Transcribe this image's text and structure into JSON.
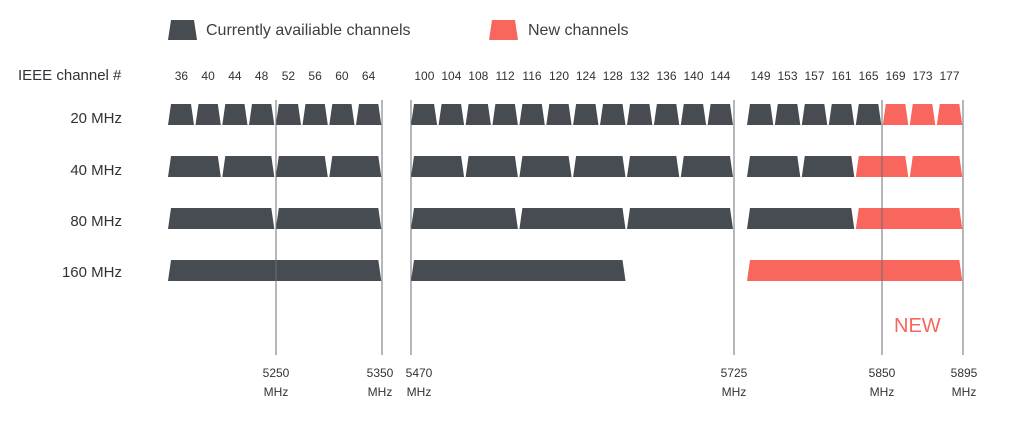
{
  "colors": {
    "current": "#474c52",
    "new": "#f8665e",
    "text": "#2f3337",
    "divider": "#6b6f73"
  },
  "legend": {
    "current": "Currently availiable channels",
    "new": "New channels"
  },
  "header": {
    "label": "IEEE channel #",
    "channels": [
      "36",
      "40",
      "44",
      "48",
      "52",
      "56",
      "60",
      "64",
      "100",
      "104",
      "108",
      "112",
      "116",
      "120",
      "124",
      "128",
      "132",
      "136",
      "140",
      "144",
      "149",
      "153",
      "157",
      "161",
      "165",
      "169",
      "173",
      "177"
    ]
  },
  "rows": [
    {
      "label": "20 MHz",
      "groups": [
        {
          "band": 0,
          "span": 1,
          "count": 8,
          "new": []
        },
        {
          "band": 1,
          "span": 1,
          "count": 12,
          "new": []
        },
        {
          "band": 2,
          "span": 1,
          "count": 8,
          "new": [
            5,
            6,
            7
          ]
        }
      ]
    },
    {
      "label": "40 MHz",
      "groups": [
        {
          "band": 0,
          "span": 2,
          "count": 4,
          "new": []
        },
        {
          "band": 1,
          "span": 2,
          "count": 6,
          "new": []
        },
        {
          "band": 2,
          "span": 2,
          "count": 4,
          "new": [
            2,
            3
          ]
        }
      ]
    },
    {
      "label": "80 MHz",
      "groups": [
        {
          "band": 0,
          "span": 4,
          "count": 2,
          "new": []
        },
        {
          "band": 1,
          "span": 4,
          "count": 3,
          "new": []
        },
        {
          "band": 2,
          "span": 4,
          "count": 2,
          "new": [
            1
          ]
        }
      ]
    },
    {
      "label": "160 MHz",
      "groups": [
        {
          "band": 0,
          "span": 8,
          "count": 1,
          "new": []
        },
        {
          "band": 1,
          "span": 8,
          "count": 1,
          "new": []
        },
        {
          "band": 2,
          "span": 8,
          "count": 1,
          "new": [
            0
          ]
        }
      ]
    }
  ],
  "frequencies": [
    {
      "value": "5250",
      "unit": "MHz"
    },
    {
      "value": "5350",
      "unit": "MHz"
    },
    {
      "value": "5470",
      "unit": "MHz"
    },
    {
      "value": "5725",
      "unit": "MHz"
    },
    {
      "value": "5850",
      "unit": "MHz"
    },
    {
      "value": "5895",
      "unit": "MHz"
    }
  ],
  "new_label": "NEW"
}
